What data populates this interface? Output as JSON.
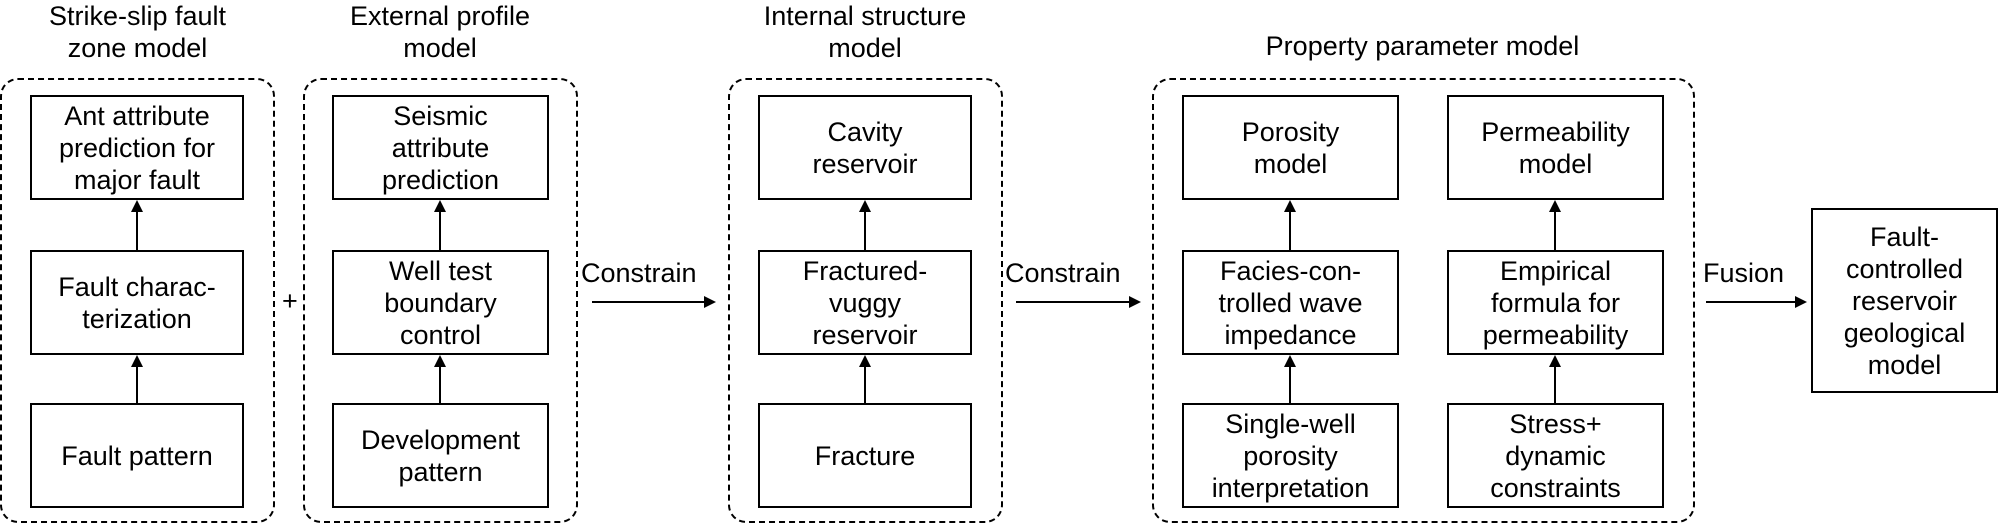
{
  "groups": {
    "strike_slip": {
      "title": "Strike-slip fault\nzone model",
      "boxes": [
        "Ant attribute\nprediction for\nmajor fault",
        "Fault charac-\nterization",
        "Fault pattern"
      ]
    },
    "external": {
      "title": "External profile\nmodel",
      "boxes": [
        "Seismic\nattribute\nprediction",
        "Well test\nboundary\ncontrol",
        "Development\npattern"
      ]
    },
    "internal": {
      "title": "Internal structure\nmodel",
      "boxes": [
        "Cavity\nreservoir",
        "Fractured-\nvuggy\nreservoir",
        "Fracture"
      ]
    },
    "property": {
      "title": "Property parameter model",
      "left_boxes": [
        "Porosity\nmodel",
        "Facies-con-\ntrolled wave\nimpedance",
        "Single-well\nporosity\ninterpretation"
      ],
      "right_boxes": [
        "Permeability\nmodel",
        "Empirical\nformula for\npermeability",
        "Stress+\ndynamic\nconstraints"
      ]
    }
  },
  "connectors": {
    "plus": "+",
    "constrain_1": "Constrain",
    "constrain_2": "Constrain",
    "fusion": "Fusion"
  },
  "final_box": "Fault-\ncontrolled\nreservoir\ngeological\nmodel"
}
